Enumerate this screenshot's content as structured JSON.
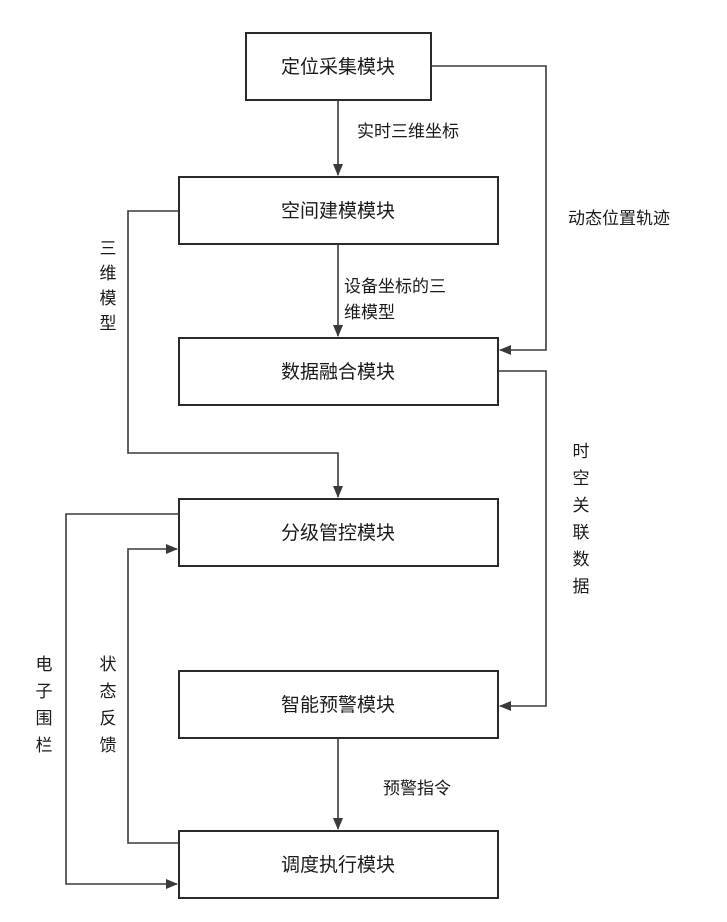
{
  "modules": {
    "positioning": "定位采集模块",
    "spatial": "空间建模模块",
    "fusion": "数据融合模块",
    "control": "分级管控模块",
    "warning": "智能预警模块",
    "dispatch": "调度执行模块"
  },
  "labels": {
    "realtime_coords": "实时三维坐标",
    "device_model_1": "设备坐标的三",
    "device_model_2": "维模型",
    "dynamic_track": "动态位置轨迹",
    "three_d_model": [
      "三",
      "维",
      "模",
      "型"
    ],
    "spatiotemporal": [
      "时",
      "空",
      "关",
      "联",
      "数",
      "据"
    ],
    "warning_cmd": "预警指令",
    "fence": [
      "电",
      "子",
      "围",
      "栏"
    ],
    "feedback": [
      "状",
      "态",
      "反",
      "馈"
    ]
  }
}
